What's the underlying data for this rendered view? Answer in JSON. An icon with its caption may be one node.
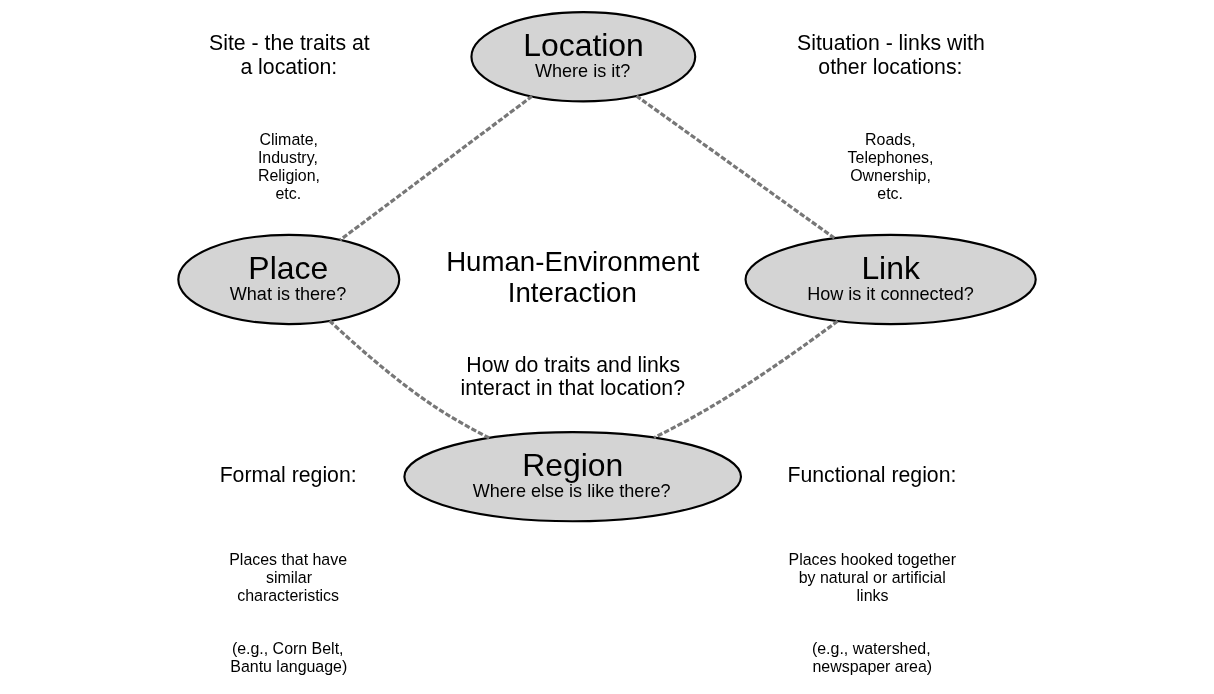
{
  "diagram": {
    "nodes": [
      {
        "text": [
          "Location",
          "Where is it?"
        ]
      },
      {
        "text": [
          "Place",
          "What is there?"
        ]
      },
      {
        "text": [
          "Link",
          "How is it connected?"
        ]
      },
      {
        "text": [
          "Region",
          "Where else is like there?"
        ]
      }
    ],
    "edges": [
      {
        "from": 0,
        "to": 1,
        "arrow": "none",
        "style": "dashed"
      },
      {
        "from": 0,
        "to": 2,
        "arrow": "none",
        "style": "dashed"
      },
      {
        "from": 1,
        "to": 3,
        "arrow": "none",
        "style": "dashed"
      },
      {
        "from": 2,
        "to": 3,
        "arrow": "none",
        "style": "dashed"
      }
    ],
    "labels": [
      "Site - the traits at a location:",
      "Climate, Industry, Religion, etc.",
      "Situation - links with other locations:",
      "Roads, Telephones, Ownership, etc.",
      "Human-Environment Interaction",
      "How do traits and links interact in that location?",
      "Formal region:",
      "Places that have similar characteristics",
      "(e.g., Corn Belt, Bantu language)",
      "Functional region:",
      "Places hooked together by natural or artificial links",
      "(e.g., watershed, newspaper area)"
    ]
  }
}
